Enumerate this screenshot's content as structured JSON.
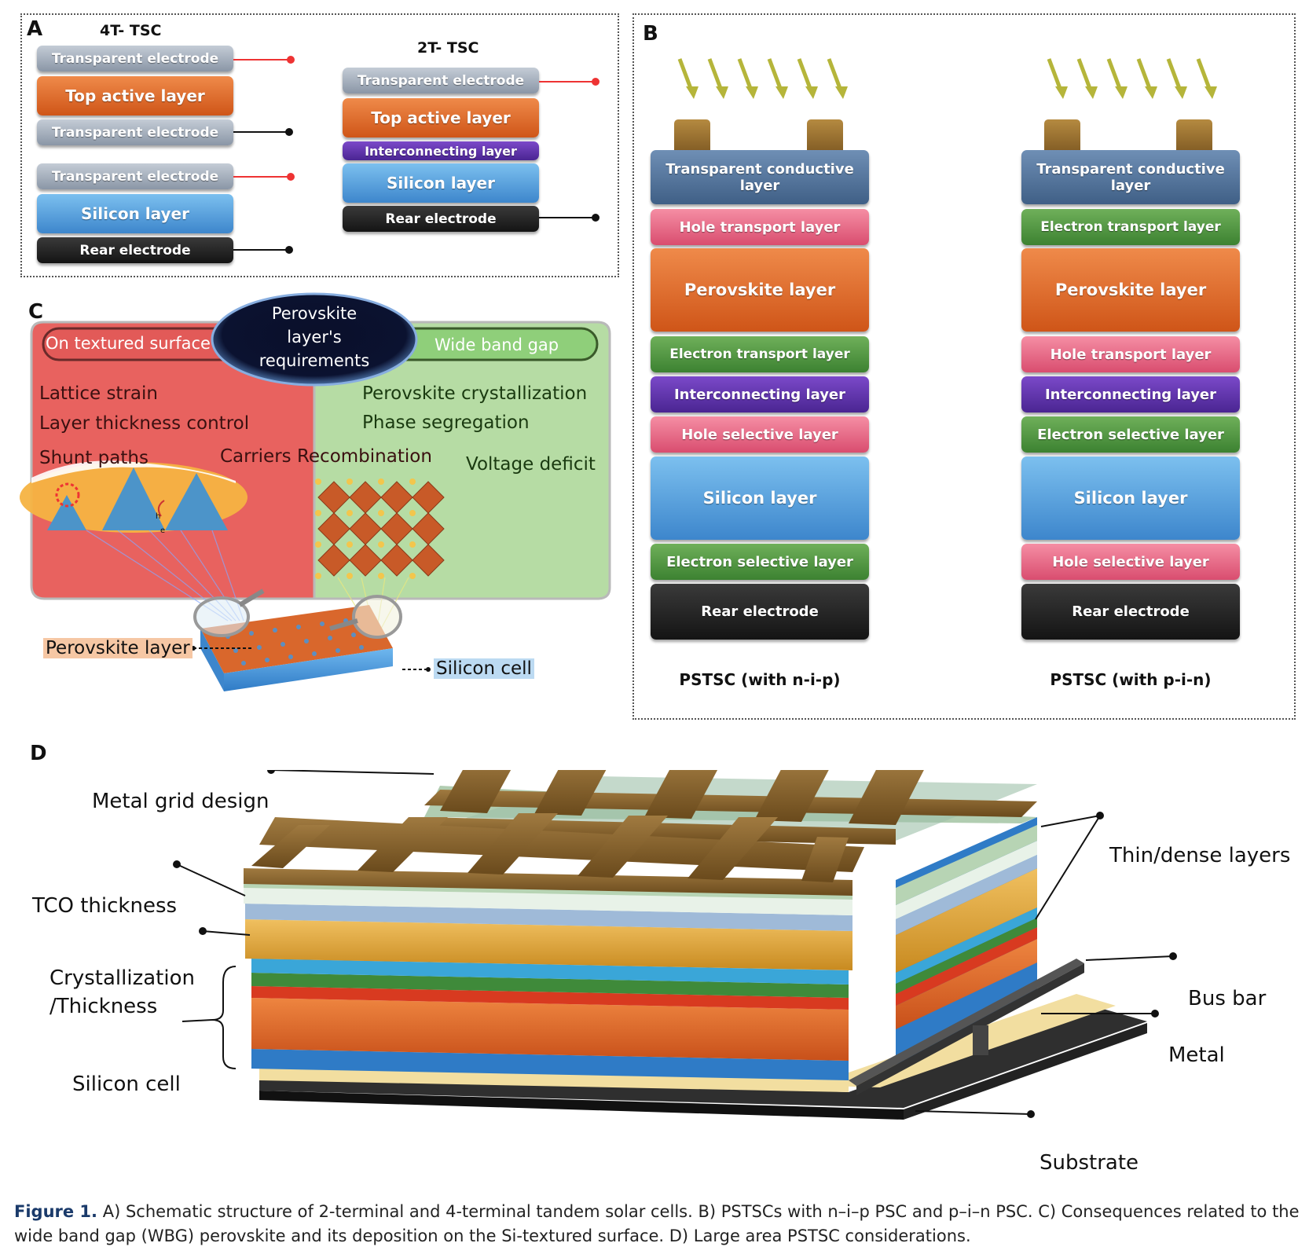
{
  "panels": {
    "a": "A",
    "b": "B",
    "c": "C",
    "d": "D"
  },
  "panel_a": {
    "title_4t": "4T- TSC",
    "title_2t": "2T- TSC",
    "stack_4t": [
      "Transparent electrode",
      "Top active layer",
      "Transparent electrode",
      "Transparent electrode",
      "Silicon layer",
      "Rear electrode"
    ],
    "stack_2t": [
      "Transparent electrode",
      "Top active layer",
      "Interconnecting layer",
      "Silicon layer",
      "Rear electrode"
    ]
  },
  "panel_b": {
    "nip": {
      "layers": [
        "Transparent conductive layer",
        "Hole transport layer",
        "Perovskite layer",
        "Electron transport layer",
        "Interconnecting layer",
        "Hole selective layer",
        "Silicon layer",
        "Electron selective layer",
        "Rear electrode"
      ],
      "label": "PSTSC (with n-i-p)"
    },
    "pin": {
      "layers": [
        "Transparent conductive layer",
        "Electron transport layer",
        "Perovskite layer",
        "Hole transport layer",
        "Interconnecting layer",
        "Electron selective layer",
        "Silicon layer",
        "Hole selective layer",
        "Rear electrode"
      ],
      "label": "PSTSC (with p-i-n)"
    }
  },
  "panel_c": {
    "center": [
      "Perovskite",
      "layer's",
      "requirements"
    ],
    "left_header": "On textured surface",
    "right_header": "Wide band gap",
    "left_items": [
      "Lattice strain",
      "Layer thickness control",
      "Shunt paths"
    ],
    "middle_item": "Carriers Recombination",
    "right_items": [
      "Perovskite crystallization",
      "Phase segregation"
    ],
    "right_extra": "Voltage deficit",
    "perovskite_label": "Perovskite layer",
    "silicon_label": "Silicon cell",
    "carrier_h": "h",
    "carrier_e": "e"
  },
  "panel_d": {
    "labels": {
      "metal_grid": "Metal grid design",
      "tco": "TCO thickness",
      "cryst1": "Crystallization",
      "cryst2": "/Thickness",
      "silicon": "Silicon cell",
      "thin": "Thin/dense layers",
      "busbar": "Bus bar",
      "metal": "Metal",
      "substrate": "Substrate"
    }
  },
  "caption": {
    "bold": "Figure 1.",
    "text": "A) Schematic structure of 2-terminal and 4-terminal tandem solar cells. B) PSTSCs with n–i–p PSC and p–i–n PSC. C) Consequences related to the wide band gap (WBG) perovskite and its deposition on the Si-textured surface. D) Large area PSTSC considerations."
  }
}
